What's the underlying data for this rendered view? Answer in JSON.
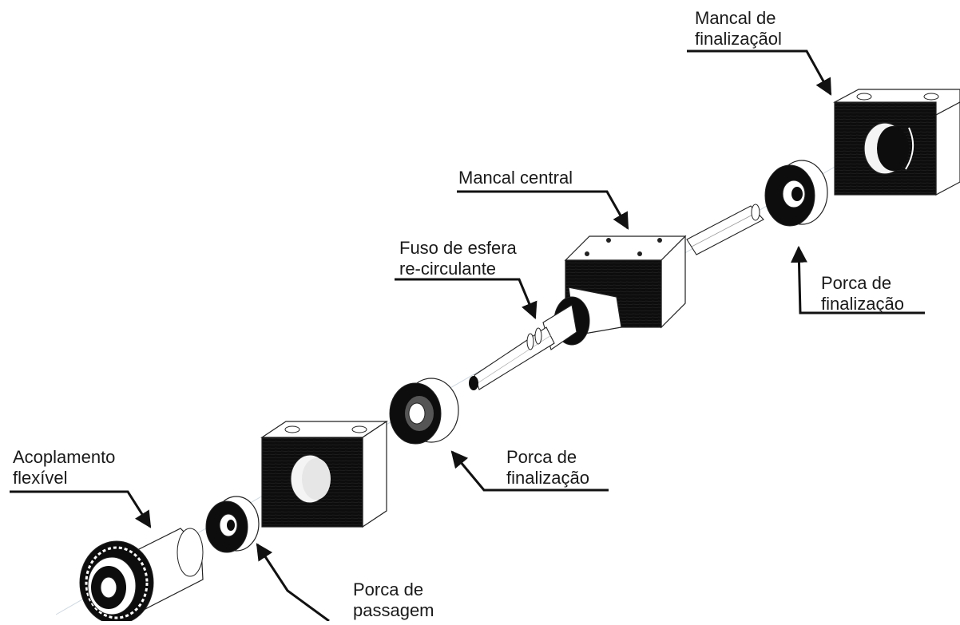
{
  "labels": {
    "mancal_finalizacao": {
      "line1": "Mancal de",
      "line2": "finalizaçãol"
    },
    "mancal_central": {
      "line1": "Mancal central"
    },
    "fuso": {
      "line1": "Fuso de esfera",
      "line2": "re-circulante"
    },
    "porca_finalizacao_top": {
      "line1": "Porca de",
      "line2": "finalização"
    },
    "porca_finalizacao_mid": {
      "line1": "Porca de",
      "line2": "finalização"
    },
    "acoplamento": {
      "line1": "Acoplamento",
      "line2": "flexível"
    },
    "porca_passagem": {
      "line1": "Porca de",
      "line2": "passagem"
    }
  },
  "colors": {
    "part_dark": "#0d0d0d",
    "outline": "#222222",
    "face_light": "#ffffff",
    "arrow": "#111111"
  }
}
